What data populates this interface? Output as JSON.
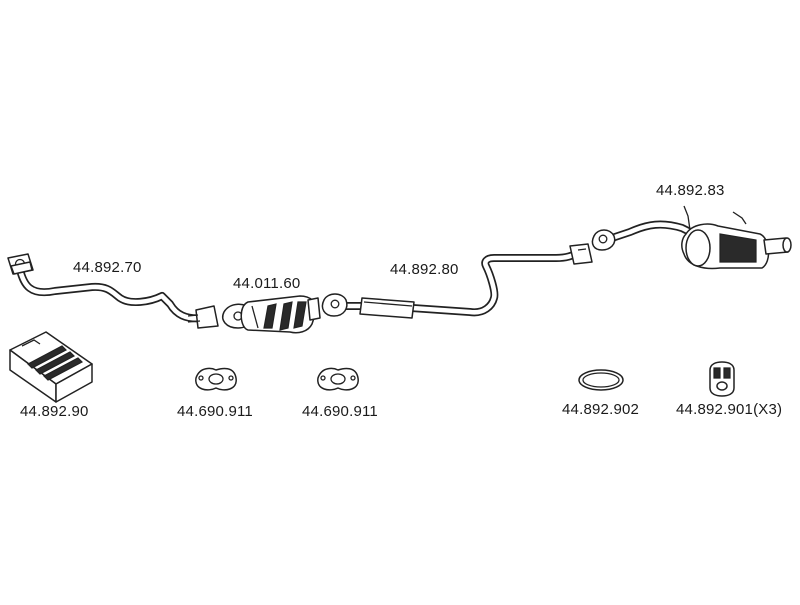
{
  "diagram": {
    "parts": [
      {
        "id": "front_pipe",
        "label": "44.892.70"
      },
      {
        "id": "catalytic_converter",
        "label": "44.011.60"
      },
      {
        "id": "centre_pipe",
        "label": "44.892.80"
      },
      {
        "id": "rear_silencer",
        "label": "44.892.83"
      },
      {
        "id": "mounting_kit",
        "label": "44.892.90"
      },
      {
        "id": "gasket_1",
        "label": "44.690.911"
      },
      {
        "id": "gasket_2",
        "label": "44.690.911"
      },
      {
        "id": "seal_ring",
        "label": "44.892.902"
      },
      {
        "id": "rubber_hanger",
        "label": "44.892.901(X3)"
      }
    ]
  }
}
